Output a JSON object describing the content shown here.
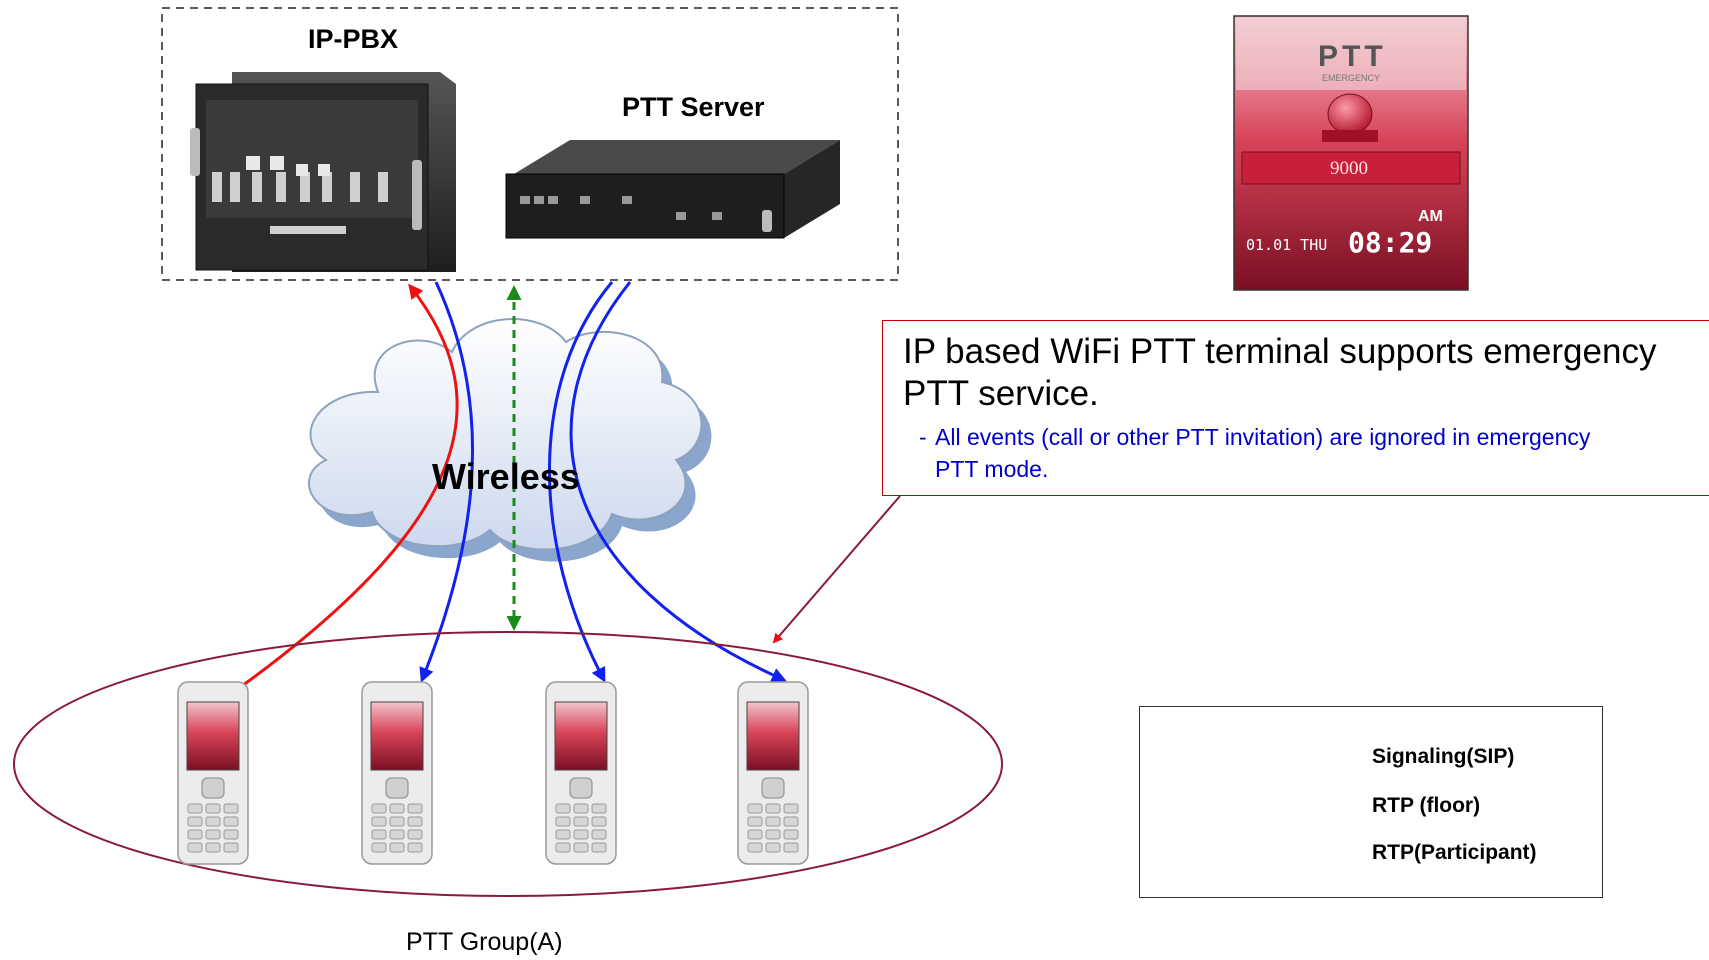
{
  "diagram": {
    "title_ippbx": "IP-PBX",
    "title_ptt_server": "PTT Server",
    "cloud_label": "Wireless",
    "group_label": "PTT Group(A)",
    "screen": {
      "header": "PTT",
      "subheader": "EMERGENCY",
      "number": "9000",
      "ampm": "AM",
      "date": "01.01 THU",
      "time": "08:29"
    },
    "callout": {
      "line1": "IP based WiFi PTT terminal supports emergency",
      "line2": "PTT service.",
      "bullet": "-",
      "sub1": "All events (call or other PTT invitation) are ignored in emergency",
      "sub2": "PTT mode."
    },
    "legend": [
      {
        "label": "Signaling(SIP)",
        "color": "#1a8a1a",
        "style": "dashed-double-arrow"
      },
      {
        "label": "RTP (floor)",
        "color": "#ee1111",
        "style": "solid"
      },
      {
        "label": "RTP(Participant)",
        "color": "#1122ee",
        "style": "solid"
      }
    ],
    "colors": {
      "signaling": "#1a8a1a",
      "rtp_floor": "#ee1111",
      "rtp_participant": "#1122ee",
      "group_ellipse": "#8b1a3a",
      "callout_border": "#c00000"
    }
  }
}
